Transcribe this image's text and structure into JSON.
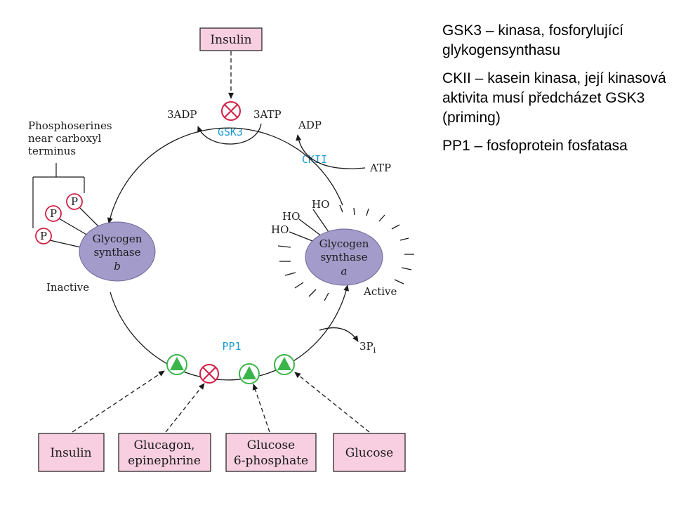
{
  "regulators_top": {
    "insulin": "Insulin"
  },
  "kinase_step": {
    "adp_left": "3ADP",
    "atp_right": "3ATP",
    "enzyme_gsk3": "GSK3",
    "adp_ckii": "ADP",
    "enzyme_ckii": "CKII",
    "atp_ckii": "ATP"
  },
  "phosphoserines": {
    "line1": "Phosphoserines",
    "line2": "near carboxyl",
    "line3": "terminus",
    "p_label": "P"
  },
  "enzyme_b": {
    "line1": "Glycogen",
    "line2": "synthase",
    "form": "b",
    "state": "Inactive"
  },
  "enzyme_a": {
    "line1": "Glycogen",
    "line2": "synthase",
    "form": "a",
    "state": "Active",
    "ho_label": "HO",
    "ho_top": "HO"
  },
  "phosphatase_step": {
    "enzyme_pp1": "PP1",
    "pi_main": "3P",
    "pi_sub": "i"
  },
  "regulators_bottom": {
    "insulin": "Insulin",
    "glucagon_line1": "Glucagon,",
    "glucagon_line2": "epinephrine",
    "g6p_line1": "Glucose",
    "g6p_line2": "6-phosphate",
    "glucose": "Glucose"
  },
  "legend": {
    "gsk3": "GSK3 – kinasa, fosforylující glykogensynthasu",
    "ckii": "CKII – kasein kinasa, její kinasová aktivita musí předcházet GSK3 (priming)",
    "pp1": "PP1 – fosfoprotein fosfatasa"
  },
  "colors": {
    "box_fill": "#f7cfe0",
    "enzyme_fill": "#a39ccb",
    "enzyme_label": "#1e9ad6",
    "inhibit": "#d11f45",
    "activate": "#3ab54a"
  }
}
